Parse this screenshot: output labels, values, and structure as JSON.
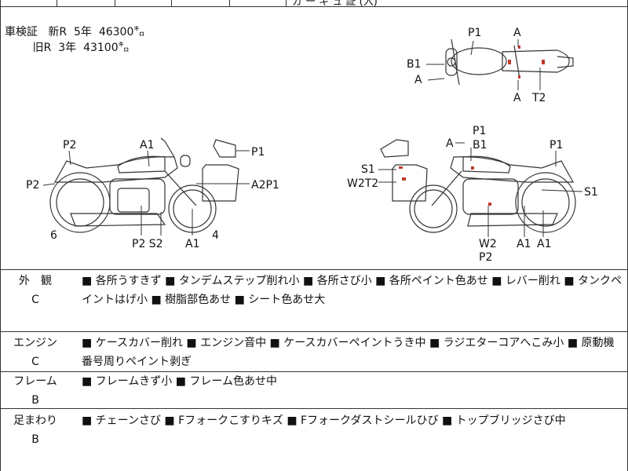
{
  "top": {
    "tail_text": "ガ ー ギ ュ  証 (入)"
  },
  "inspection": {
    "label": "車検証",
    "rows": [
      {
        "type": "新R",
        "years": "5年",
        "km": "46300㌔"
      },
      {
        "type": "旧R",
        "years": "3年",
        "km": "43100㌔"
      }
    ]
  },
  "marks": {
    "top": {
      "P1": "P1",
      "A_top": "A",
      "B1": "B1",
      "A_left": "A",
      "A_bottom": "A",
      "T2": "T2"
    },
    "left": {
      "P2_top": "P2",
      "A1_top": "A1",
      "P1": "P1",
      "P2_left": "P2",
      "A2P1": "A2P1",
      "num6": "6",
      "num4": "4",
      "P2S2": "P2 S2",
      "A1_bottom": "A1"
    },
    "right": {
      "P1_top": "P1",
      "A": "A",
      "B1": "B1",
      "P1_right": "P1",
      "S1_left": "S1",
      "W2T2": "W2T2",
      "S1_right": "S1",
      "W2": "W2",
      "P2": "P2",
      "A1a": "A1",
      "A1b": "A1"
    }
  },
  "sections": [
    {
      "name": "外　観",
      "grade": "C",
      "text": "■ 各所うすきず ■ タンデムステップ削れ小 ■ 各所さび小 ■ 各所ペイント色あせ ■ レバー削れ ■ タンクペイントはげ小 ■ 樹脂部色あせ ■ シート色あせ大"
    },
    {
      "name": "エンジン",
      "grade": "C",
      "text": "■ ケースカバー削れ ■ エンジン音中 ■ ケースカバーペイントうき中 ■ ラジエターコアへこみ小 ■ 原動機番号周りペイント剥ぎ"
    },
    {
      "name": "フレーム",
      "grade": "B",
      "text": "■ フレームきず小 ■ フレーム色あせ中"
    },
    {
      "name": "足まわり",
      "grade": "B",
      "text": "■ チェーンさび ■ Fフォークこすりキズ ■ Fフォークダストシールひび ■ トップブリッジさび中"
    }
  ]
}
